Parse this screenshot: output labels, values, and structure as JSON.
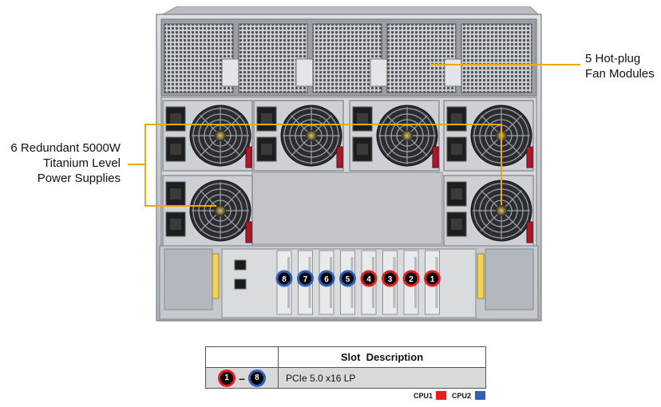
{
  "callouts": {
    "fans": [
      "5 Hot-plug",
      "Fan Modules"
    ],
    "psu": [
      "6 Redundant 5000W",
      "Titanium Level",
      "Power Supplies"
    ]
  },
  "slots": [
    {
      "label": "8",
      "cpu": "cpu2"
    },
    {
      "label": "7",
      "cpu": "cpu2"
    },
    {
      "label": "6",
      "cpu": "cpu2"
    },
    {
      "label": "5",
      "cpu": "cpu2"
    },
    {
      "label": "4",
      "cpu": "cpu1"
    },
    {
      "label": "3",
      "cpu": "cpu1"
    },
    {
      "label": "2",
      "cpu": "cpu1"
    },
    {
      "label": "1",
      "cpu": "cpu1"
    }
  ],
  "table": {
    "header": "Slot  Description",
    "row": {
      "from": "1",
      "to": "8",
      "description": "PCIe 5.0 x16 LP"
    }
  },
  "legend": {
    "cpu1": "CPU1",
    "cpu2": "CPU2"
  },
  "colors": {
    "cpu1": "#e61e1e",
    "cpu2": "#2e62b8",
    "callout": "#f0a800",
    "psu_latch": "#b0182a"
  }
}
